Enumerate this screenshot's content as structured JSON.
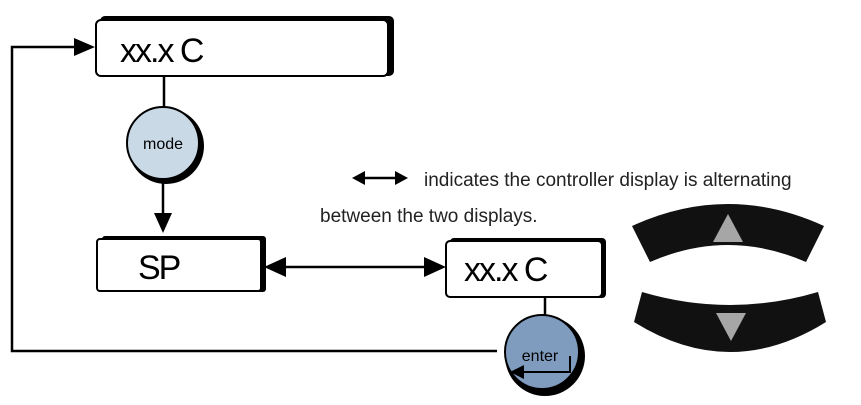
{
  "diagram": {
    "display_top": "xx.x C",
    "display_sp": "SP",
    "display_value": "xx.x C",
    "mode_button": "mode",
    "enter_button": "enter",
    "legend": {
      "line1": "indicates the controller display is alternating",
      "line2": "between the two displays."
    },
    "keys": {
      "up": "up-arrow-key",
      "down": "down-arrow-key"
    },
    "colors": {
      "button_fill": "#c9d9e6",
      "enter_fill": "#7f9cbf",
      "key_fill": "#111111",
      "key_arrow": "#a6a6a6"
    }
  }
}
